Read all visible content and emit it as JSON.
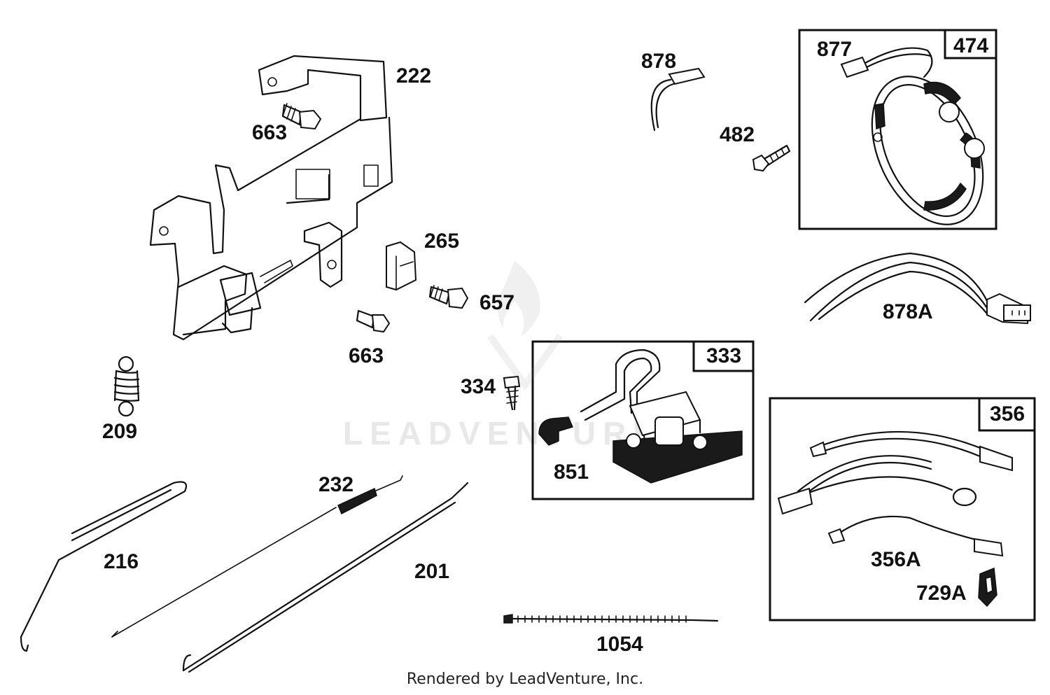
{
  "part_labels": {
    "p222": "222",
    "p663a": "663",
    "p265": "265",
    "p657": "657",
    "p663b": "663",
    "p209": "209",
    "p334": "334",
    "p232": "232",
    "p216": "216",
    "p201": "201",
    "p1054": "1054",
    "p878": "878",
    "p482": "482",
    "p877": "877",
    "p878a": "878A",
    "p851": "851",
    "p356a": "356A",
    "p729a": "729A"
  },
  "box_tags": {
    "b474": "474",
    "b333": "333",
    "b356": "356"
  },
  "watermark": "LEADVENTURE",
  "footer": "Rendered by LeadVenture, Inc."
}
